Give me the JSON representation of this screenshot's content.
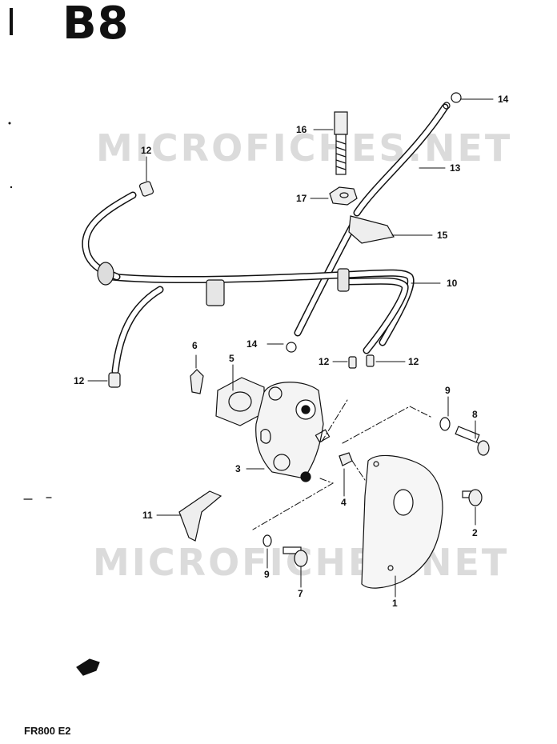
{
  "header": {
    "title": "B8"
  },
  "footer": {
    "model": "FR800 E2"
  },
  "watermarks": [
    "MICROFICHES.NET",
    "MICROFICHES.NET"
  ],
  "callouts": [
    "14",
    "16",
    "13",
    "12",
    "17",
    "15",
    "10",
    "14",
    "6",
    "5",
    "12",
    "12",
    "12",
    "9",
    "8",
    "3",
    "4",
    "2",
    "11",
    "9",
    "7",
    "1"
  ],
  "colors": {
    "ink": "#111111",
    "watermark": "#cfcfcf"
  }
}
